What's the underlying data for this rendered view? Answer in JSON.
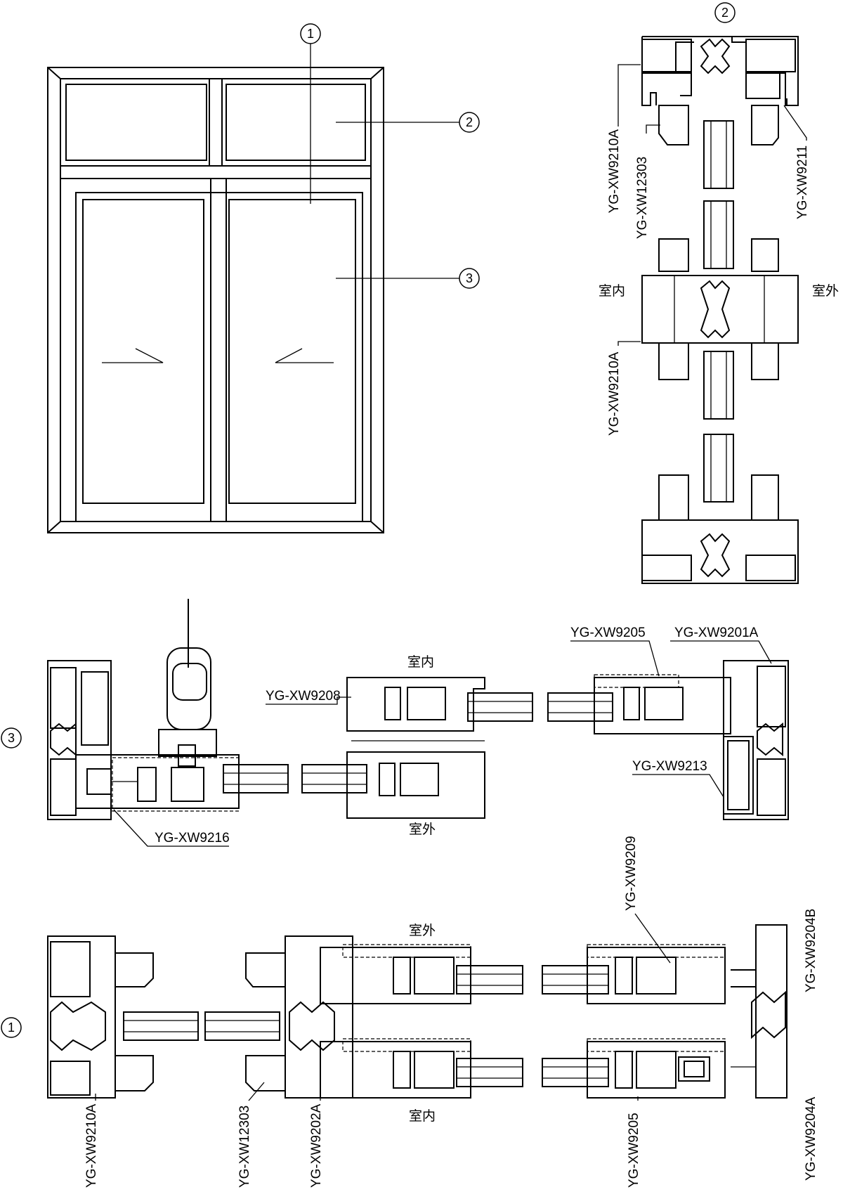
{
  "callouts": {
    "c1": "1",
    "c2": "2",
    "c3": "3"
  },
  "views": {
    "elevation": {
      "callout_1": "1",
      "callout_2": "2",
      "callout_3": "3"
    },
    "section_2": {
      "callout": "2",
      "indoor": "室内",
      "outdoor": "室外",
      "labels": [
        "YG-XW9210A",
        "YG-XW12303",
        "YG-XW9211",
        "YG-XW9210A"
      ]
    },
    "section_3": {
      "callout": "3",
      "indoor": "室内",
      "outdoor": "室外",
      "labels": [
        "YG-XW9208",
        "YG-XW9205",
        "YG-XW9201A",
        "YG-XW9213",
        "YG-XW9216"
      ]
    },
    "section_1": {
      "callout": "1",
      "indoor": "室内",
      "outdoor": "室外",
      "labels": [
        "YG-XW9209",
        "YG-XW9204B",
        "YG-XW9204A",
        "YG-XW9210A",
        "YG-XW12303",
        "YG-XW9202A",
        "YG-XW9205"
      ]
    }
  }
}
